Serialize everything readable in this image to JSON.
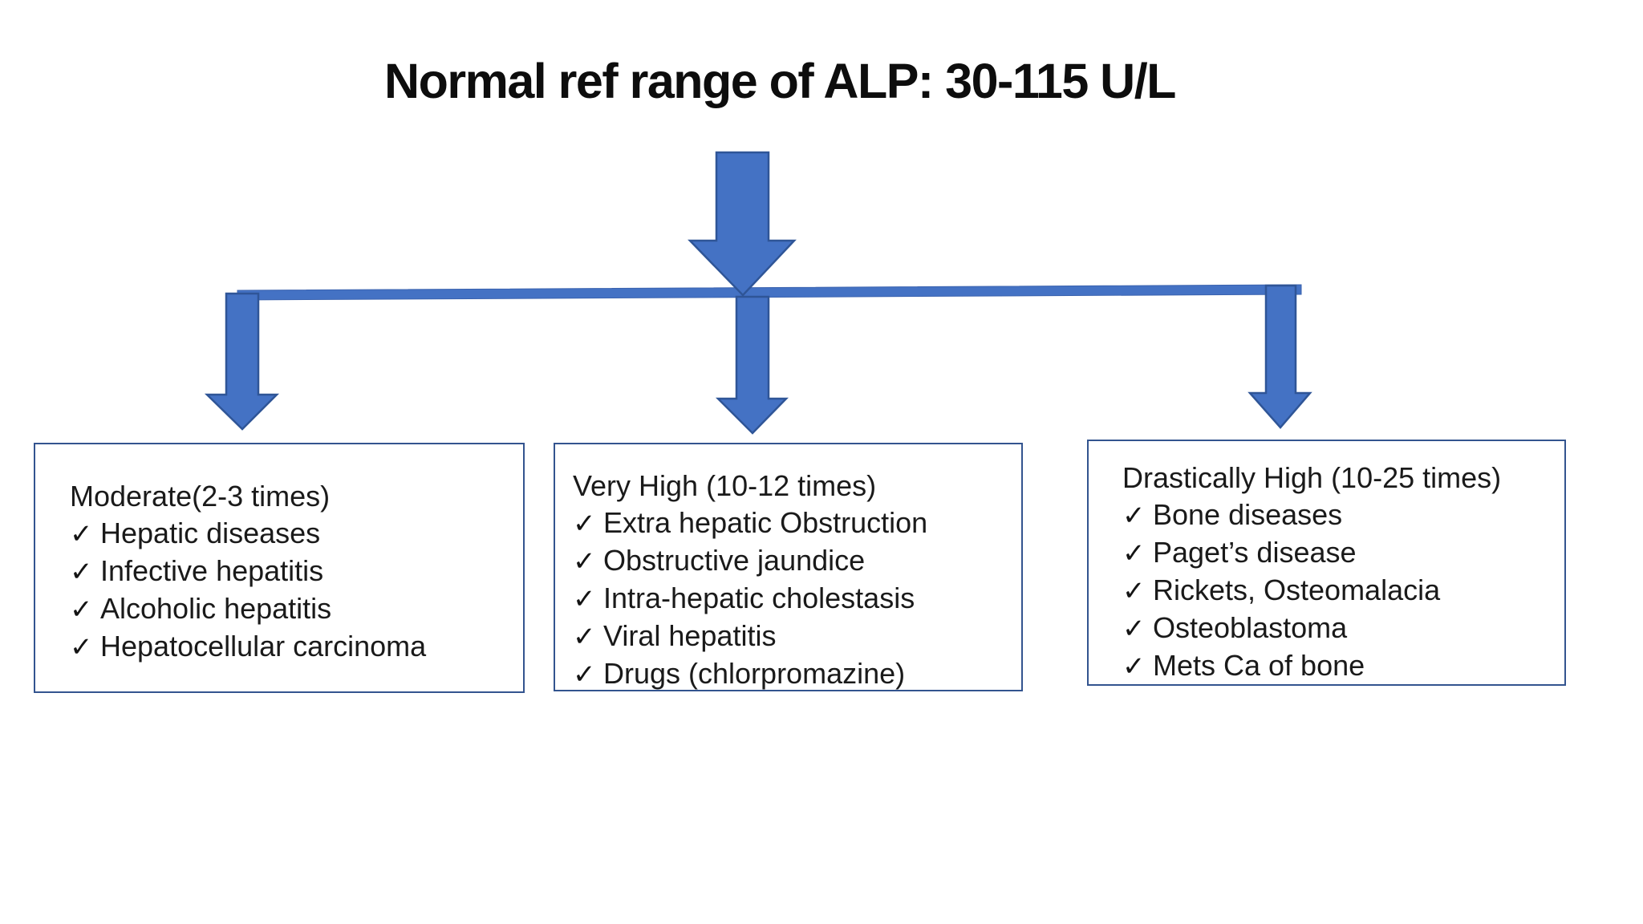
{
  "title": "Normal ref range of ALP: 30-115 U/L",
  "icons": {
    "checkmark": "✓",
    "main_arrow": "down-arrow",
    "branch_arrows": "down-arrow"
  },
  "colors": {
    "arrow_fill": "#4472C4",
    "arrow_outline": "#2F5597",
    "box_border": "#33548F",
    "text": "#1a1a1a",
    "background": "#ffffff"
  },
  "boxes": [
    {
      "title": "Moderate(2-3 times)",
      "items": [
        "Hepatic diseases",
        "Infective hepatitis",
        "Alcoholic hepatitis",
        "Hepatocellular carcinoma"
      ]
    },
    {
      "title": "Very High (10-12 times)",
      "items": [
        "Extra hepatic Obstruction",
        "Obstructive jaundice",
        "Intra-hepatic cholestasis",
        "Viral hepatitis",
        "Drugs (chlorpromazine)"
      ]
    },
    {
      "title": "Drastically High (10-25 times)",
      "items": [
        "Bone diseases",
        "Paget’s disease",
        "Rickets, Osteomalacia",
        "Osteoblastoma",
        "Mets Ca of bone"
      ]
    }
  ]
}
